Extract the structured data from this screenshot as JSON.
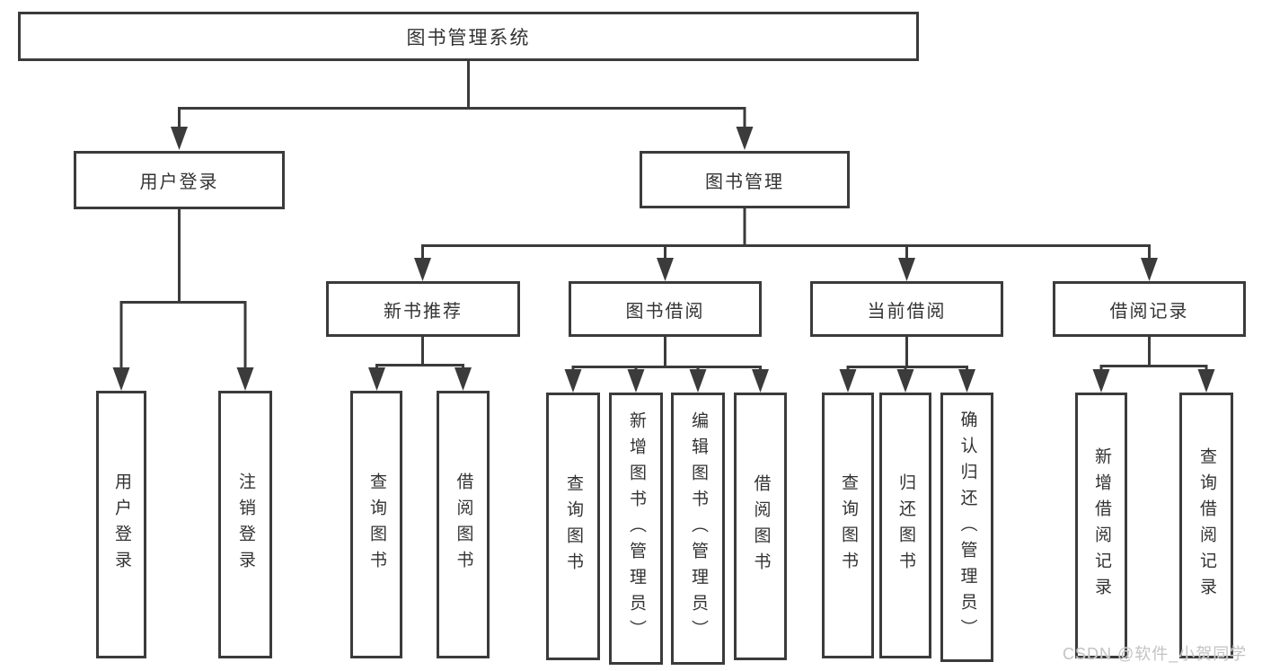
{
  "diagram": {
    "root": {
      "label": "图书管理系统"
    },
    "level2": [
      {
        "label": "用户登录"
      },
      {
        "label": "图书管理"
      }
    ],
    "level3": [
      {
        "label": "新书推荐"
      },
      {
        "label": "图书借阅"
      },
      {
        "label": "当前借阅"
      },
      {
        "label": "借阅记录"
      }
    ],
    "leaves": {
      "user_login": [
        {
          "label": "用户登录"
        },
        {
          "label": "注销登录"
        }
      ],
      "new_books": [
        {
          "label": "查询图书"
        },
        {
          "label": "借阅图书"
        }
      ],
      "book_borrow": [
        {
          "label": "查询图书"
        },
        {
          "label": "新增图书（管理员）"
        },
        {
          "label": "编辑图书（管理员）"
        },
        {
          "label": "借阅图书"
        }
      ],
      "current_borrow": [
        {
          "label": "查询图书"
        },
        {
          "label": "归还图书"
        },
        {
          "label": "确认归还（管理员）"
        }
      ],
      "borrow_records": [
        {
          "label": "新增借阅记录"
        },
        {
          "label": "查询借阅记录"
        }
      ]
    },
    "colors": {
      "line": "#3b3b3b",
      "text": "#333333",
      "box_background": "#ffffff",
      "page_background": "#ffffff",
      "watermark": "#c3c3c3"
    }
  },
  "watermark": {
    "text": "CSDN @软件_小贺同学"
  }
}
